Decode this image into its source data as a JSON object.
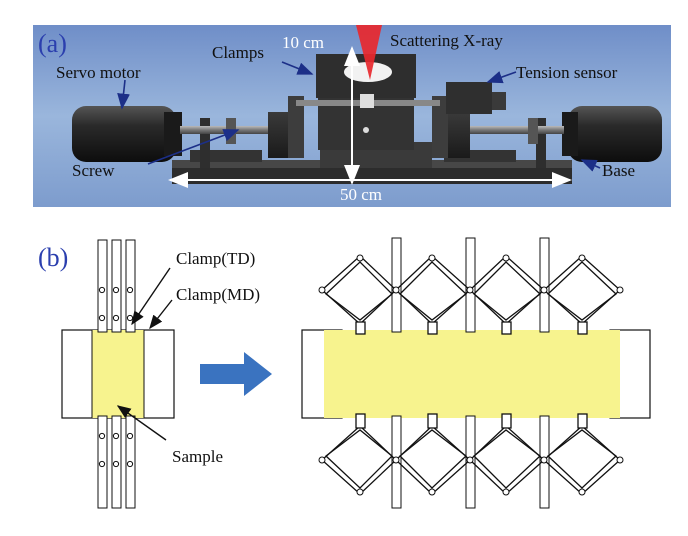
{
  "panel_a": {
    "tag": "(a)",
    "labels": {
      "servo_motor": "Servo motor",
      "clamps": "Clamps",
      "height": "10 cm",
      "xray": "Scattering X-ray",
      "tension_sensor": "Tension sensor",
      "screw": "Screw",
      "base": "Base",
      "width": "50 cm"
    }
  },
  "panel_b": {
    "tag": "(b)",
    "labels": {
      "clamp_td": "Clamp(TD)",
      "clamp_md": "Clamp(MD)",
      "sample": "Sample"
    }
  },
  "colors": {
    "panel_bg": "#7fa0d0",
    "sample_fill": "#f7f38e",
    "arrow": "#3a73c0",
    "xray": "#e8282e"
  }
}
